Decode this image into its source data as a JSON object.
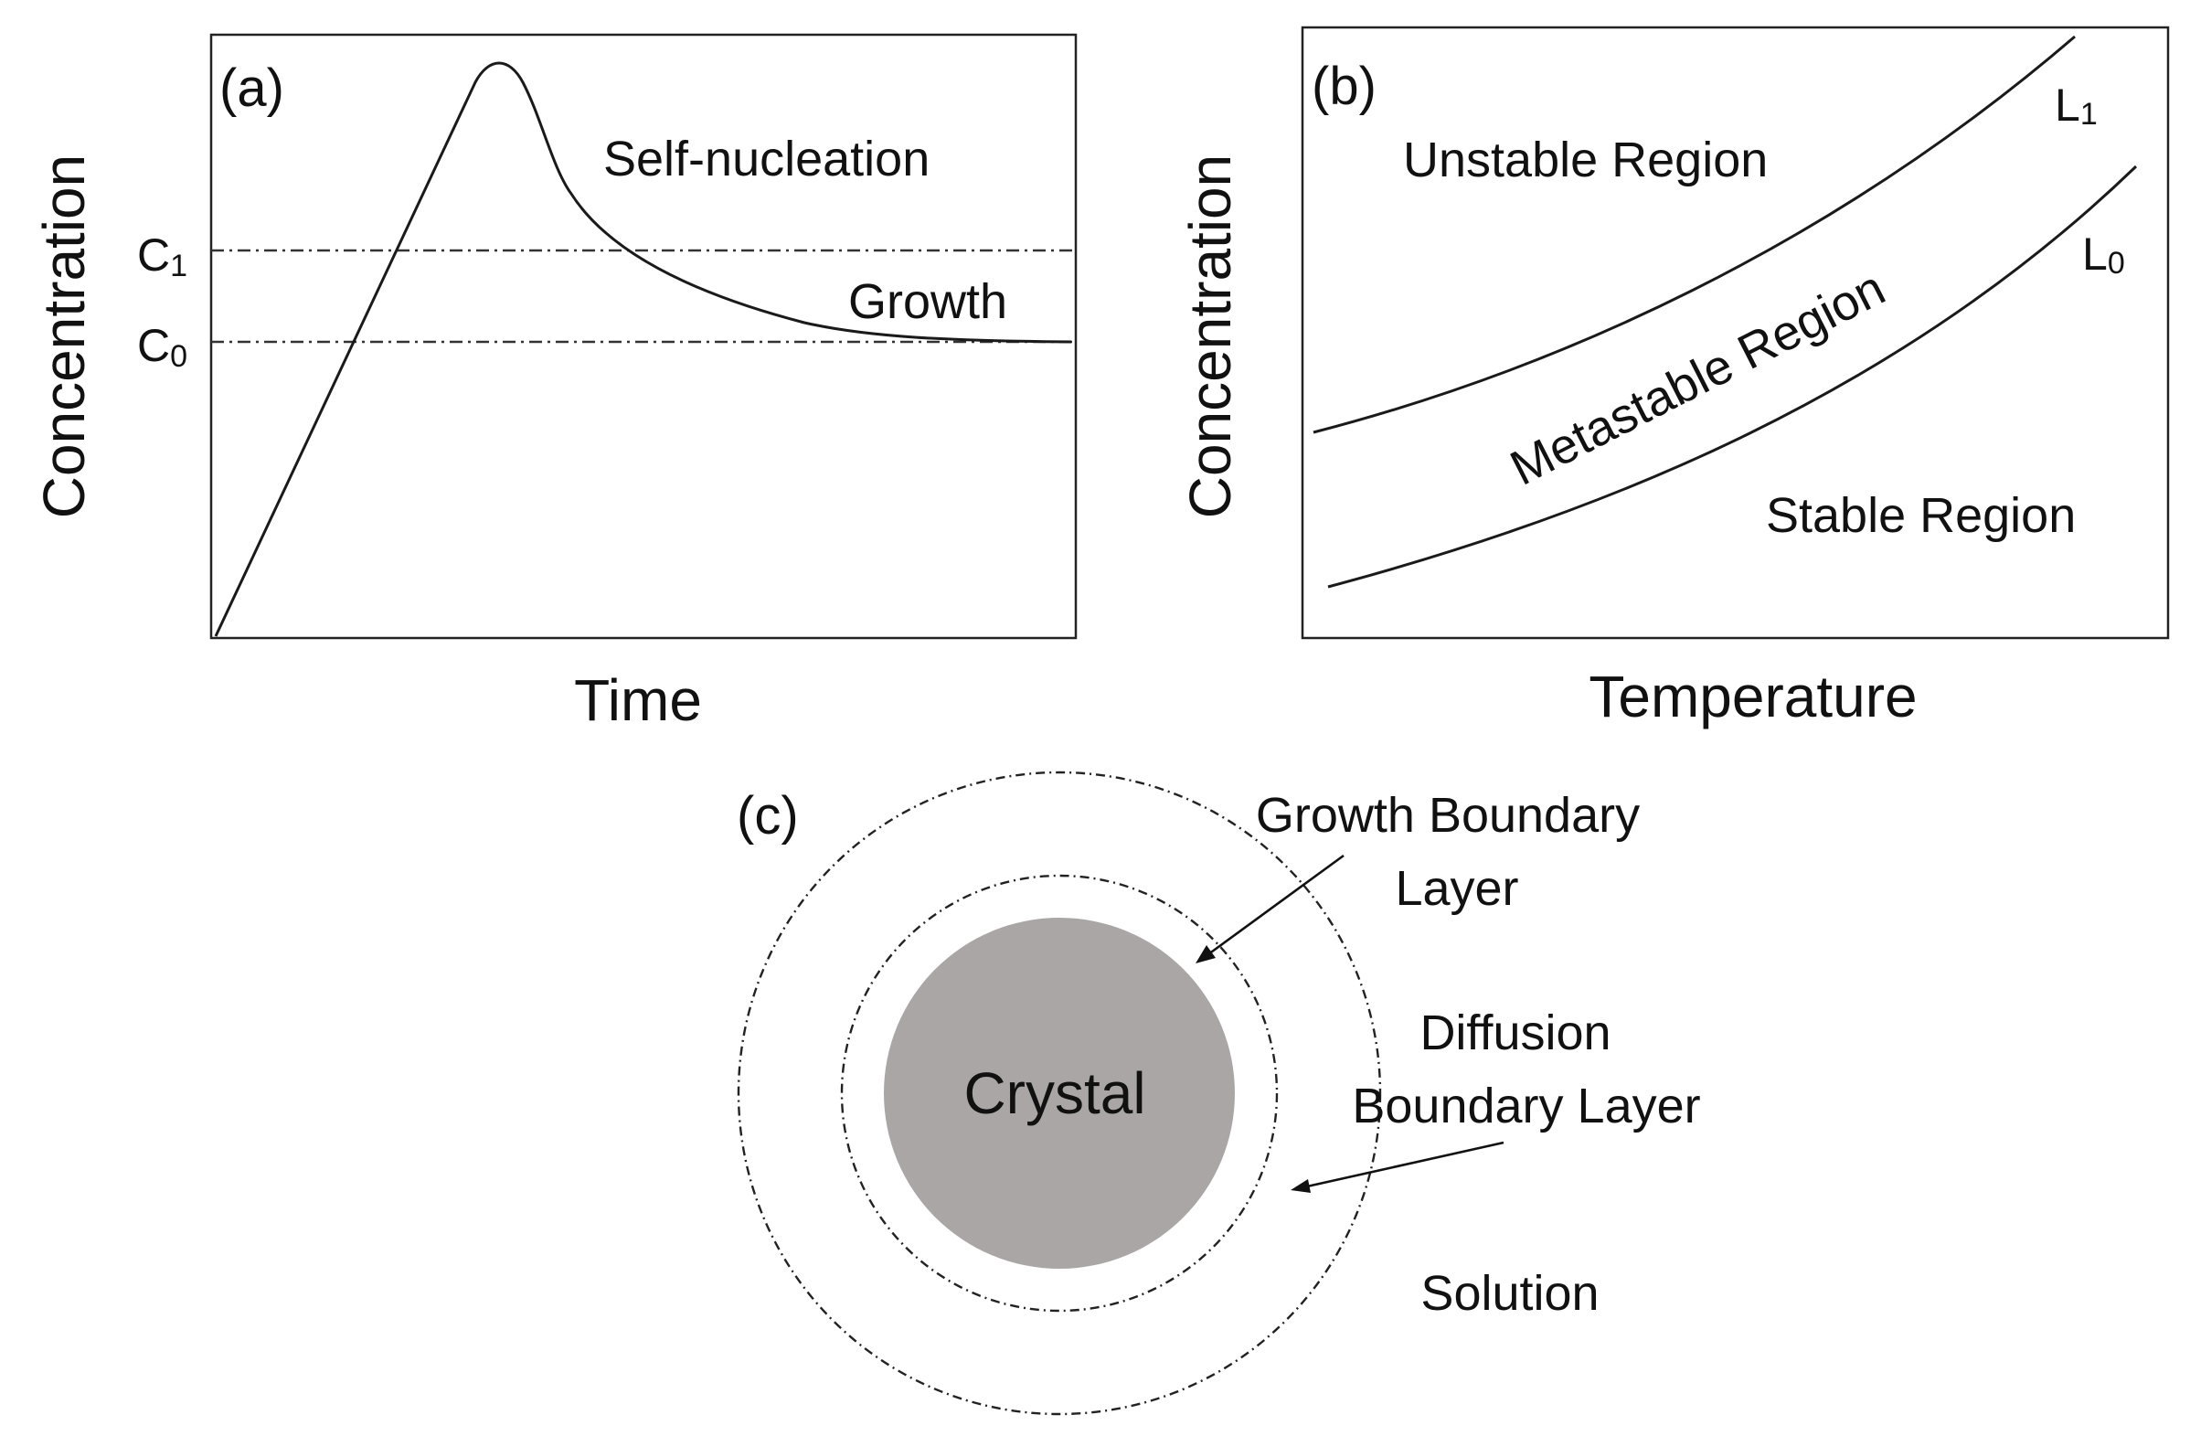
{
  "panels": {
    "a": {
      "label": "(a)",
      "xlabel": "Time",
      "ylabel": "Concentration",
      "regions": {
        "nucleation": "Self-nucleation",
        "growth": "Growth"
      },
      "levels": [
        {
          "letter": "C",
          "sub": "1"
        },
        {
          "letter": "C",
          "sub": "0"
        }
      ]
    },
    "b": {
      "label": "(b)",
      "xlabel": "Temperature",
      "ylabel": "Concentration",
      "regions": {
        "unstable": "Unstable Region",
        "metastable": "Metastable Region",
        "stable": "Stable Region"
      },
      "curves": [
        {
          "letter": "L",
          "sub": "1"
        },
        {
          "letter": "L",
          "sub": "0"
        }
      ]
    },
    "c": {
      "label": "(c)",
      "crystal": "Crystal",
      "crystal_color": "#aaa6a6",
      "growth_layer": [
        "Growth Boundary",
        "Layer"
      ],
      "diffusion_layer": [
        "Diffusion",
        "Boundary Layer"
      ],
      "solution": "Solution"
    }
  }
}
